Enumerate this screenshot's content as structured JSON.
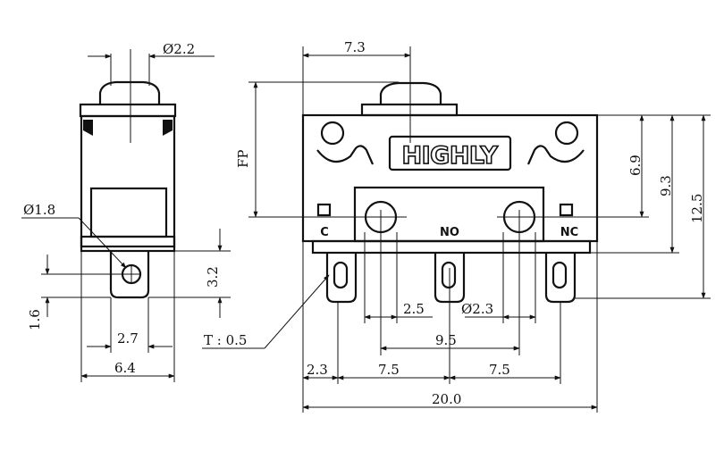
{
  "labels": {
    "phi_2_2": "Ø2.2",
    "phi_1_8": "Ø1.8",
    "phi_2_3": "Ø2.3",
    "d_1_6": "1.6",
    "d_3_2": "3.2",
    "d_2_7": "2.7",
    "d_6_4": "6.4",
    "d_7_3": "7.3",
    "d_fp": "FP",
    "d_6_9": "6.9",
    "d_9_3": "9.3",
    "d_12_5": "12.5",
    "d_2_5": "2.5",
    "d_9_5": "9.5",
    "d_2_3": "2.3",
    "d_7_5_left": "7.5",
    "d_7_5_right": "7.5",
    "d_20_0": "20.0",
    "thickness": "T : 0.5"
  },
  "brand": "HIGHLY",
  "terminals": {
    "c": "C",
    "no": "NO",
    "nc": "NC"
  },
  "colors": {
    "line": "#111111",
    "background": "#ffffff"
  }
}
